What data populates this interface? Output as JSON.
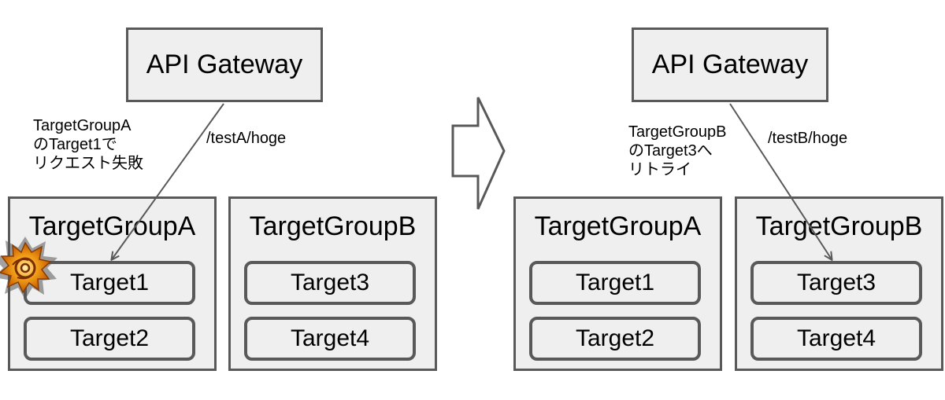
{
  "left": {
    "gateway": "API Gateway",
    "path": "/testA/hoge",
    "note": "TargetGroupA\nのTarget1で\nリクエスト失敗",
    "group_a": {
      "title": "TargetGroupA",
      "targets": [
        "Target1",
        "Target2"
      ]
    },
    "group_b": {
      "title": "TargetGroupB",
      "targets": [
        "Target3",
        "Target4"
      ]
    }
  },
  "right": {
    "gateway": "API Gateway",
    "path": "/testB/hoge",
    "note": "TargetGroupB\nのTarget3へ\nリトライ",
    "group_a": {
      "title": "TargetGroupA",
      "targets": [
        "Target1",
        "Target2"
      ]
    },
    "group_b": {
      "title": "TargetGroupB",
      "targets": [
        "Target3",
        "Target4"
      ]
    }
  },
  "icons": {
    "failure": "explosion-icon",
    "transition": "right-arrow-icon"
  },
  "colors": {
    "box_fill": "#efefef",
    "border": "#595959",
    "arrow": "#595959",
    "explosion": "#f4a21a"
  }
}
